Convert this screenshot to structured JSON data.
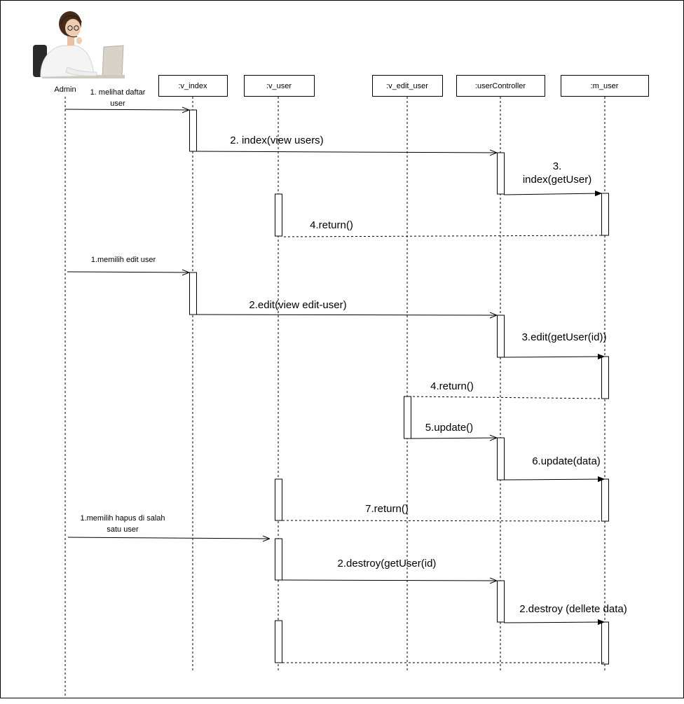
{
  "actor": {
    "name": "Admin"
  },
  "participants": [
    {
      "id": "v_index",
      "label": ":v_index"
    },
    {
      "id": "v_user",
      "label": ":v_user"
    },
    {
      "id": "v_edit_user",
      "label": ":v_edit_user"
    },
    {
      "id": "userController",
      "label": ":userController"
    },
    {
      "id": "m_user",
      "label": ":m_user"
    }
  ],
  "messages": [
    {
      "id": "m1",
      "from": "Admin",
      "to": "v_index",
      "kind": "sync",
      "lines": [
        "1. melihat daftar",
        "user"
      ]
    },
    {
      "id": "m2",
      "from": "v_index",
      "to": "userController",
      "kind": "sync",
      "lines": [
        "2. index(view users)"
      ]
    },
    {
      "id": "m3",
      "from": "userController",
      "to": "m_user",
      "kind": "sync",
      "lines": [
        "3.",
        "index(getUser)"
      ]
    },
    {
      "id": "m4",
      "from": "m_user",
      "to": "v_user",
      "kind": "return",
      "lines": [
        "4.return()"
      ]
    },
    {
      "id": "m5",
      "from": "Admin",
      "to": "v_index",
      "kind": "sync",
      "lines": [
        "1.memilih edit user"
      ]
    },
    {
      "id": "m6",
      "from": "v_index",
      "to": "userController",
      "kind": "sync",
      "lines": [
        "2.edit(view edit-user)"
      ]
    },
    {
      "id": "m7",
      "from": "userController",
      "to": "m_user",
      "kind": "sync",
      "lines": [
        "3.edit(getUser(id))"
      ]
    },
    {
      "id": "m8",
      "from": "m_user",
      "to": "v_edit_user",
      "kind": "return",
      "lines": [
        "4.return()"
      ]
    },
    {
      "id": "m9",
      "from": "v_edit_user",
      "to": "userController",
      "kind": "sync",
      "lines": [
        "5.update()"
      ]
    },
    {
      "id": "m10",
      "from": "userController",
      "to": "m_user",
      "kind": "sync",
      "lines": [
        "6.update(data)"
      ]
    },
    {
      "id": "m11",
      "from": "m_user",
      "to": "v_user",
      "kind": "return",
      "lines": [
        "7.return()"
      ]
    },
    {
      "id": "m12",
      "from": "Admin",
      "to": "v_user",
      "kind": "sync",
      "lines": [
        "1.memilih hapus di salah",
        "satu user"
      ]
    },
    {
      "id": "m13",
      "from": "v_user",
      "to": "userController",
      "kind": "sync",
      "lines": [
        "2.destroy(getUser(id)"
      ]
    },
    {
      "id": "m14",
      "from": "userController",
      "to": "m_user",
      "kind": "sync",
      "lines": [
        "2.destroy (dellete data)"
      ]
    },
    {
      "id": "m15",
      "from": "m_user",
      "to": "v_user",
      "kind": "return",
      "lines": []
    }
  ]
}
